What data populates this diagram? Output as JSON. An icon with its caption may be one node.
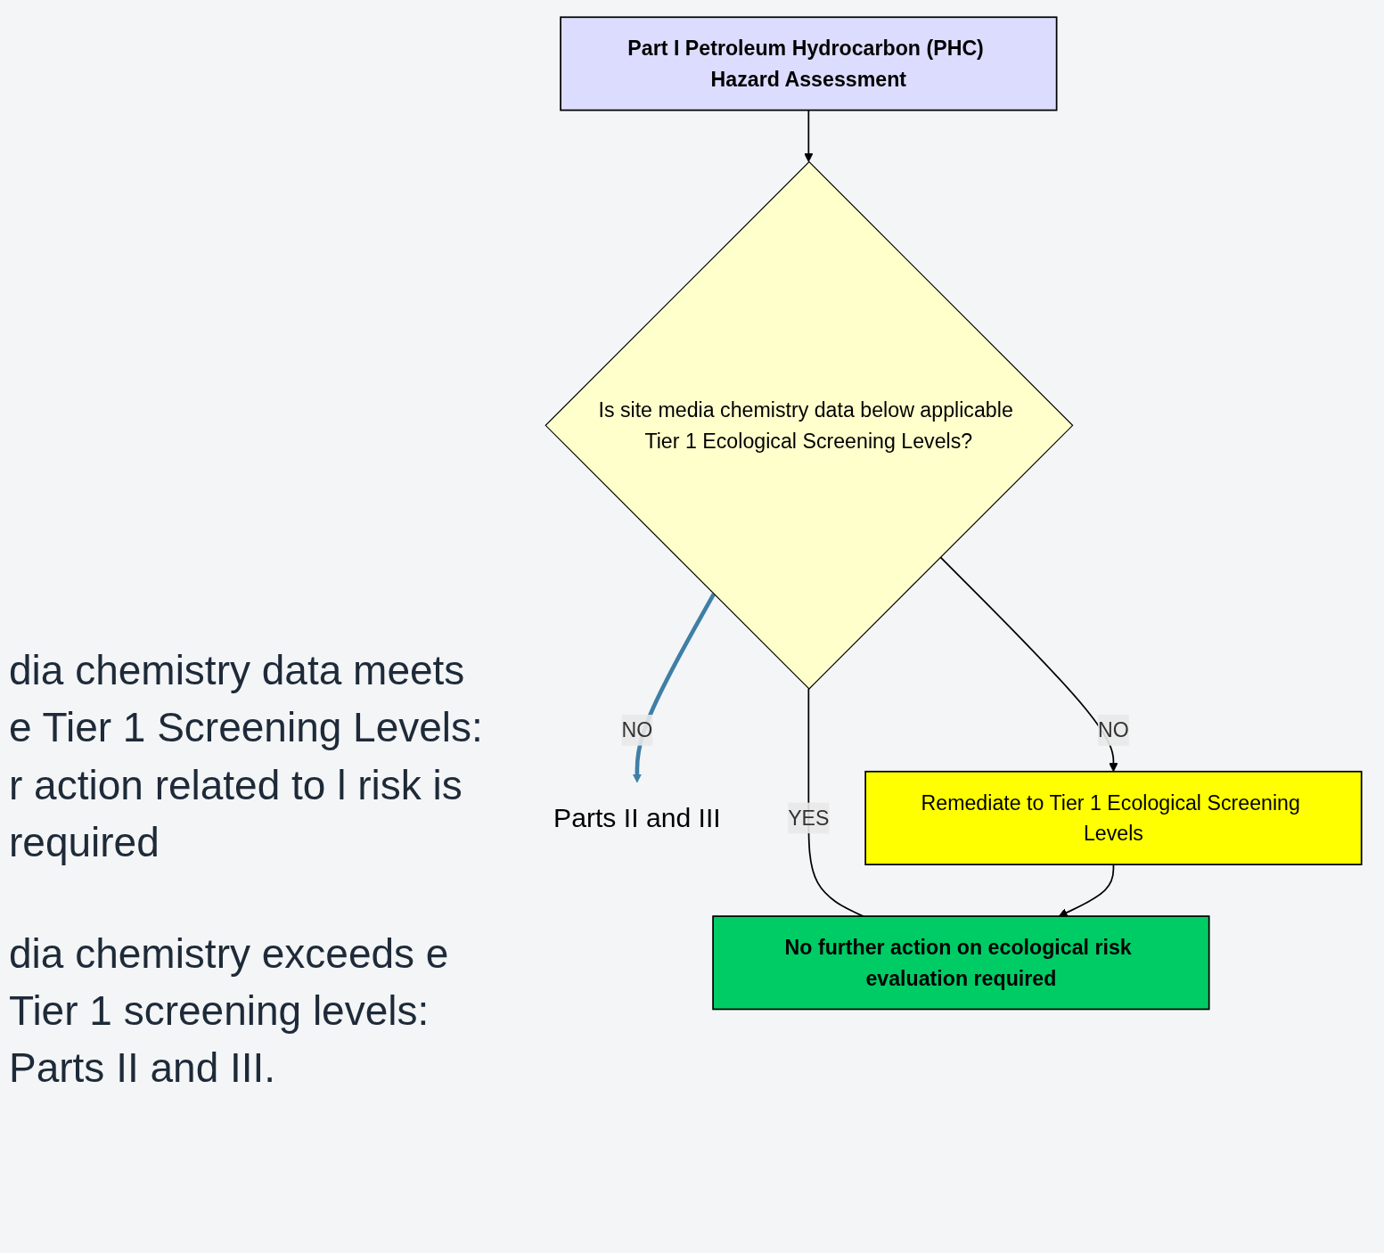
{
  "diagram": {
    "nodes": [
      {
        "text": [
          "Part I Petroleum Hydrocarbon (PHC) Hazard Assessment"
        ]
      },
      {
        "text": [
          "Is site media chemistry data below applicable Tier 1 Ecological Screening Levels?"
        ]
      },
      {
        "text": [
          "Parts II and III"
        ]
      },
      {
        "text": [
          "Remediate to Tier 1 Ecological Screening Levels"
        ]
      },
      {
        "text": [
          "No further action on ecological risk evaluation required"
        ]
      }
    ],
    "edges": [
      {
        "from": 0,
        "to": 1,
        "arrow": "to"
      },
      {
        "from": 1,
        "to": 2,
        "arrow": "to",
        "label": "NO",
        "style": "thick",
        "color": "#3f7fa6"
      },
      {
        "from": 1,
        "to": 3,
        "arrow": "to",
        "label": "NO"
      },
      {
        "from": 1,
        "to": 4,
        "arrow": "none",
        "label": "YES"
      },
      {
        "from": 3,
        "to": 4,
        "arrow": "to"
      }
    ],
    "labels": [
      "dia chemistry data meets e Tier 1 Screening Levels: r action related to l risk is required",
      "dia chemistry exceeds e Tier 1 screening levels: Parts II and III."
    ]
  }
}
